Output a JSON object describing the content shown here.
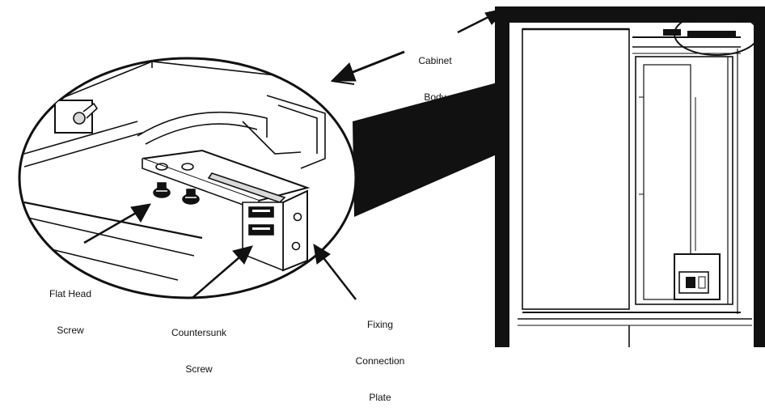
{
  "labels": {
    "cabinet_body": [
      "Cabinet",
      "Body"
    ],
    "flat_head_screw": [
      "Flat Head",
      "Screw"
    ],
    "countersunk_screw": [
      "Countersunk",
      "Screw"
    ],
    "fixing_connection_plate": [
      "Fixing",
      "Connection",
      "Plate"
    ]
  },
  "colors": {
    "ink": "#111111",
    "background": "#ffffff",
    "shade": "#d9d9d9"
  }
}
